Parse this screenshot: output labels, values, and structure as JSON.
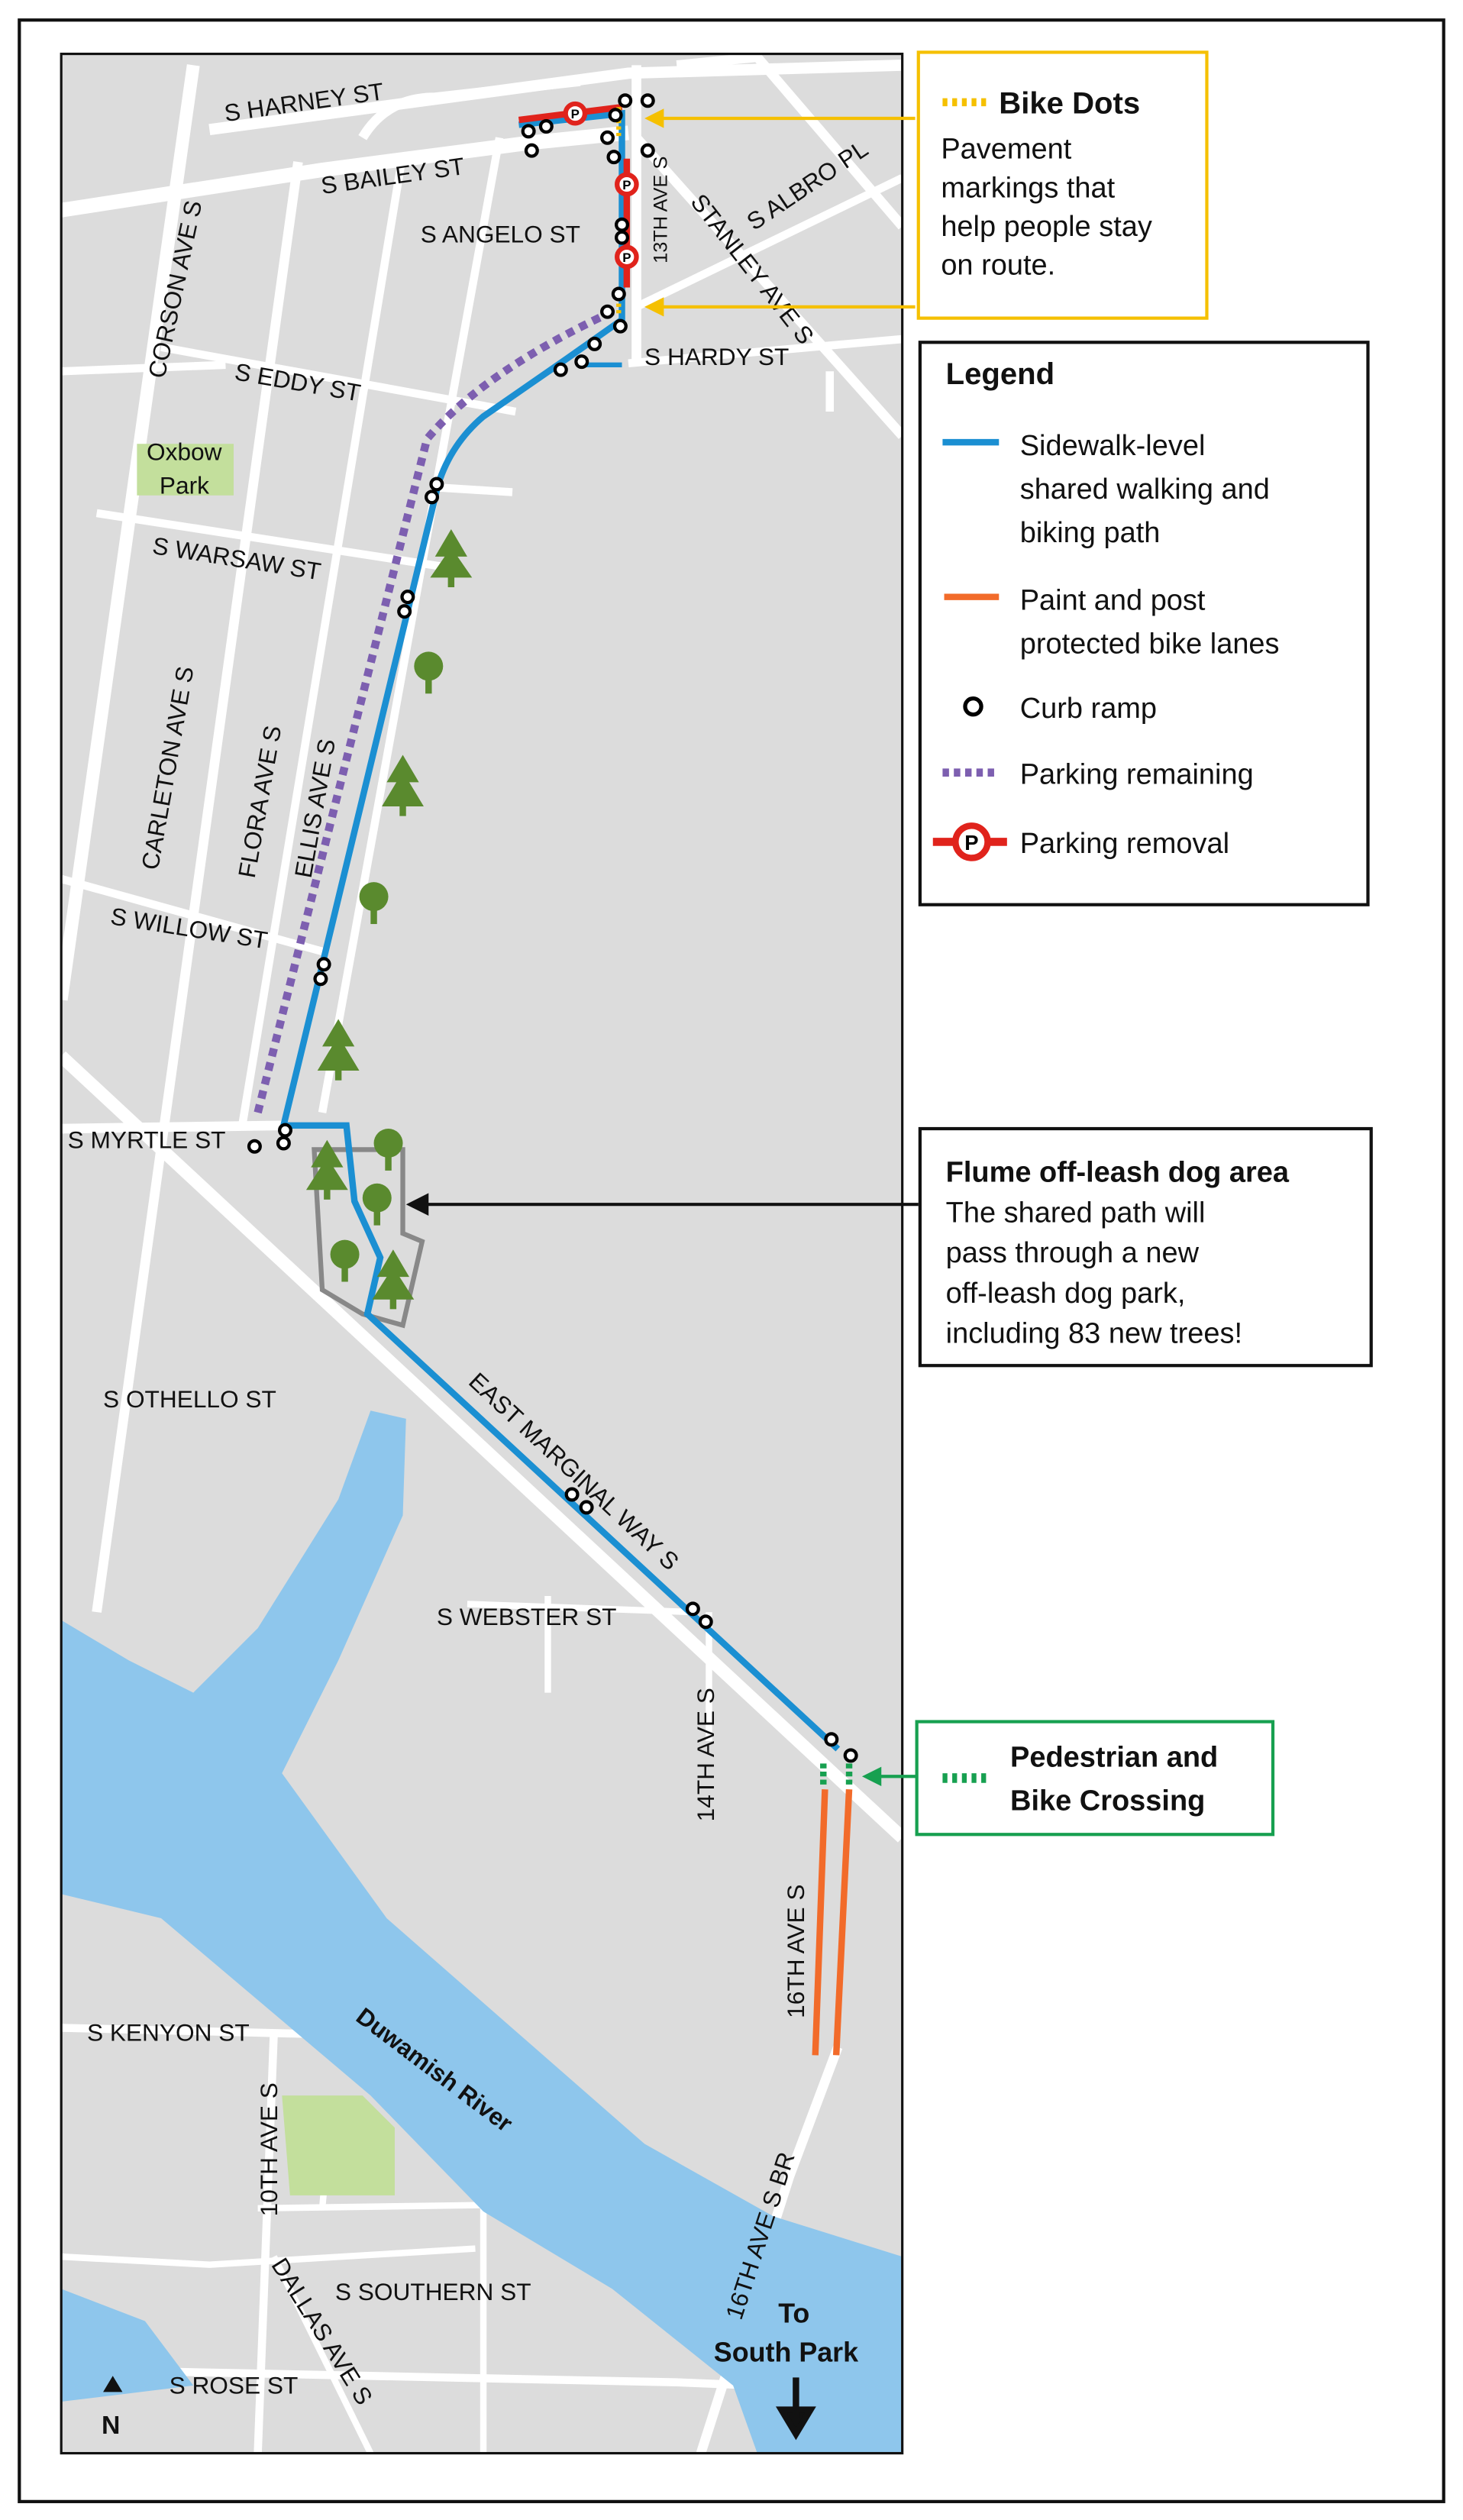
{
  "map": {
    "streets": {
      "harney": "S HARNEY ST",
      "bailey": "S BAILEY ST",
      "angelo": "S ANGELO ST",
      "ave13": "13TH AVE S",
      "stanley": "STANLEY AVE S",
      "albro": "S ALBRO PL",
      "hardy": "S HARDY ST",
      "eddy": "S EDDY ST",
      "corson": "CORSON AVE S",
      "warsaw": "S WARSAW ST",
      "carleton": "CARLETON AVE S",
      "flora": "FLORA AVE S",
      "ellis": "ELLIS AVE S",
      "willow": "S WILLOW ST",
      "myrtle": "S MYRTLE ST",
      "othello": "S OTHELLO ST",
      "marginal": "EAST MARGINAL WAY S",
      "webster": "S WEBSTER ST",
      "ave14": "14TH AVE S",
      "ave16": "16TH AVE S",
      "kenyon": "S KENYON ST",
      "ave10": "10TH AVE S",
      "southern": "S SOUTHERN ST",
      "dallas": "DALLAS AVE S",
      "rose": "S ROSE ST",
      "ave16br": "16TH AVE S BR"
    },
    "park": [
      "Oxbow",
      "Park"
    ],
    "river": "Duwamish River",
    "to_south_park": [
      "To",
      "South Park"
    ],
    "north": "N"
  },
  "bike_dots": {
    "title": "Bike Dots",
    "lines": [
      "Pavement",
      "markings that",
      "help people stay",
      "on route."
    ],
    "color": "#f5c000"
  },
  "legend": {
    "title": "Legend",
    "items": [
      {
        "icon": "blue-line-icon",
        "lines": [
          "Sidewalk-level",
          "shared walking and",
          "biking path"
        ],
        "color": "#1b8fd2"
      },
      {
        "icon": "orange-line-icon",
        "lines": [
          "Paint and post",
          "protected bike lanes"
        ],
        "color": "#f26b2a"
      },
      {
        "icon": "curb-ramp-icon",
        "lines": [
          "Curb ramp"
        ],
        "color": "#000000"
      },
      {
        "icon": "purple-dotted-icon",
        "lines": [
          "Parking remaining"
        ],
        "color": "#7d5fb0"
      },
      {
        "icon": "parking-removal-icon",
        "lines": [
          "Parking removal"
        ],
        "color": "#e0231c"
      }
    ]
  },
  "dog_area": {
    "title": "Flume off-leash dog area",
    "lines": [
      "The shared path will",
      "pass through a new",
      "off-leash dog park,",
      "including 83 new trees!"
    ]
  },
  "crossing": {
    "lines": [
      "Pedestrian and",
      "Bike Crossing"
    ],
    "color": "#17a050"
  }
}
